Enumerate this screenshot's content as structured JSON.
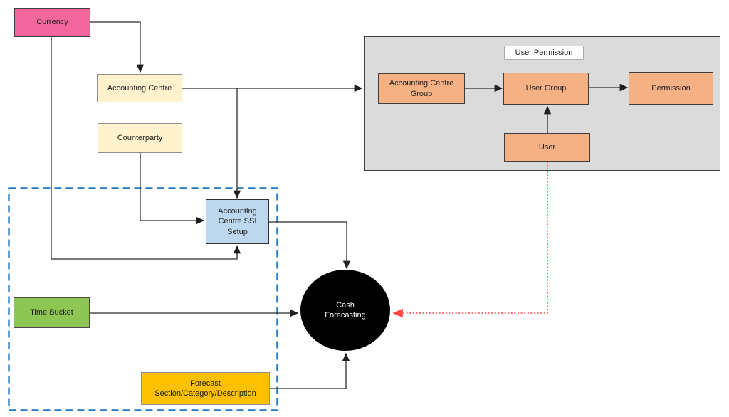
{
  "nodes": {
    "currency": {
      "label": "Currency",
      "fill": "#F4679D"
    },
    "accounting_centre": {
      "label": "Accounting Centre",
      "fill": "#FFF2CC"
    },
    "counterparty": {
      "label": "Counterparty",
      "fill": "#FFF2CC"
    },
    "accounting_centre_ssi_setup": {
      "label": "Accounting\nCentre SSI\nSetup",
      "fill": "#BDD7EE"
    },
    "time_bucket": {
      "label": "Time Bucket",
      "fill": "#8DC653"
    },
    "forecast": {
      "label": "Forecast\nSection/Category/Description",
      "fill": "#FFC000"
    },
    "cash_forecasting": {
      "label": "Cash\nForecasting",
      "fill": "#000000",
      "text_color": "#FFFFFF",
      "shape": "circle"
    },
    "accounting_centre_group": {
      "label": "Accounting Centre Group",
      "fill": "#F4B183"
    },
    "user_group": {
      "label": "User Group",
      "fill": "#F4B183"
    },
    "permission": {
      "label": "Permission",
      "fill": "#F4B183"
    },
    "user": {
      "label": "User",
      "fill": "#F4B183"
    }
  },
  "user_permission_panel": {
    "title": "User Permission",
    "fill": "#DBDBDB",
    "contains": [
      "accounting_centre_group",
      "user_group",
      "permission",
      "user"
    ]
  },
  "dashed_region": {
    "border_color": "#2279C4",
    "style": "dashed",
    "contains": [
      "accounting_centre_ssi_setup",
      "time_bucket",
      "forecast"
    ]
  },
  "colors": {
    "connector": "#2B2B2B",
    "red_connector": "#FF4545",
    "dashed_region_border": "#2279C4",
    "panel_fill": "#DBDBDB"
  },
  "connections": [
    {
      "from": "currency",
      "to": "accounting_centre",
      "style": "solid"
    },
    {
      "from": "currency",
      "to": "accounting_centre_ssi_setup",
      "style": "solid"
    },
    {
      "from": "accounting_centre",
      "to": "user_permission_panel",
      "style": "solid"
    },
    {
      "from": "accounting_centre",
      "to": "accounting_centre_ssi_setup",
      "style": "solid"
    },
    {
      "from": "counterparty",
      "to": "accounting_centre_ssi_setup",
      "style": "solid"
    },
    {
      "from": "accounting_centre_ssi_setup",
      "to": "cash_forecasting",
      "style": "solid"
    },
    {
      "from": "time_bucket",
      "to": "cash_forecasting",
      "style": "solid"
    },
    {
      "from": "forecast",
      "to": "cash_forecasting",
      "style": "solid"
    },
    {
      "from": "accounting_centre_group",
      "to": "user_group",
      "style": "solid"
    },
    {
      "from": "user_group",
      "to": "permission",
      "style": "solid"
    },
    {
      "from": "user",
      "to": "user_group",
      "style": "solid"
    },
    {
      "from": "user",
      "to": "cash_forecasting",
      "style": "red-dotted"
    }
  ]
}
